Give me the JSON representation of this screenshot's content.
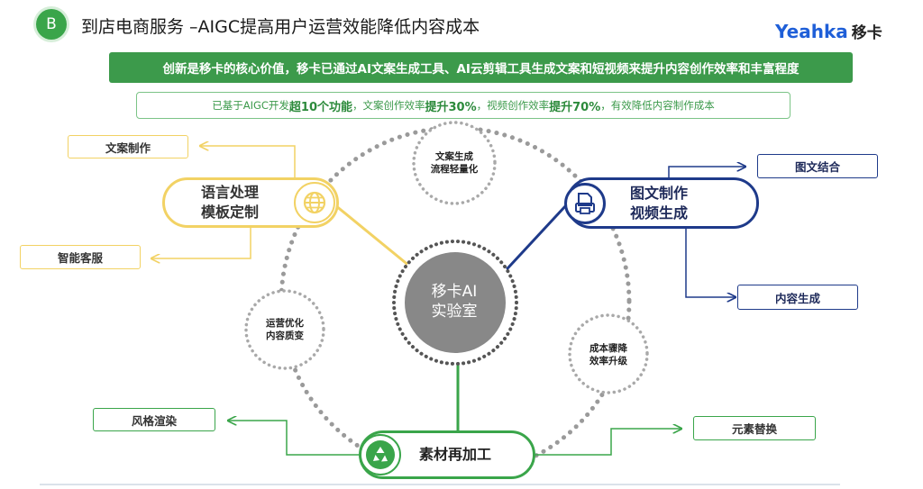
{
  "header": {
    "badge": "B",
    "title": "到店电商服务 –AIGC提高用户运营效能降低内容成本",
    "brand_en": "Yeahka",
    "brand_cn": "移卡"
  },
  "banner": {
    "text": "创新是移卡的核心价值，移卡已通过AI文案生成工具、AI云剪辑工具生成文案和短视频来提升内容创作效率和丰富程度"
  },
  "subbanner": {
    "p1": "已基于AIGC开发",
    "h1": "超10个功能",
    "p2": "，文案创作效率",
    "h2": "提升30%",
    "p3": "，视频创作效率",
    "h3": "提升70%",
    "p4": "，有效降低内容制作成本"
  },
  "diagram": {
    "center": {
      "line1": "移卡AI",
      "line2": "实验室"
    },
    "minor_nodes": {
      "top": {
        "line1": "文案生成",
        "line2": "流程轻量化"
      },
      "left": {
        "line1": "运营优化",
        "line2": "内容质变"
      },
      "right": {
        "line1": "成本骤降",
        "line2": "效率升级"
      }
    },
    "pills": {
      "language": {
        "line1": "语言处理",
        "line2": "模板定制",
        "icon": "globe-icon"
      },
      "image": {
        "line1": "图文制作",
        "line2": "视频生成",
        "icon": "document-printer-icon"
      },
      "material": {
        "label": "素材再加工",
        "icon": "recycle-icon"
      }
    },
    "outputs": {
      "copywriting": "文案制作",
      "smart_service": "智能客服",
      "image_text": "图文结合",
      "content_gen": "内容生成",
      "style_render": "风格渲染",
      "element_swap": "元素替换"
    }
  },
  "colors": {
    "green": "#3aa54a",
    "banner_green": "#3c9a4b",
    "yellow": "#f2d264",
    "navy": "#1e3a8a",
    "gray_center": "#888888",
    "dots": "#9a9a9a",
    "brand_blue": "#1f5fd8"
  }
}
